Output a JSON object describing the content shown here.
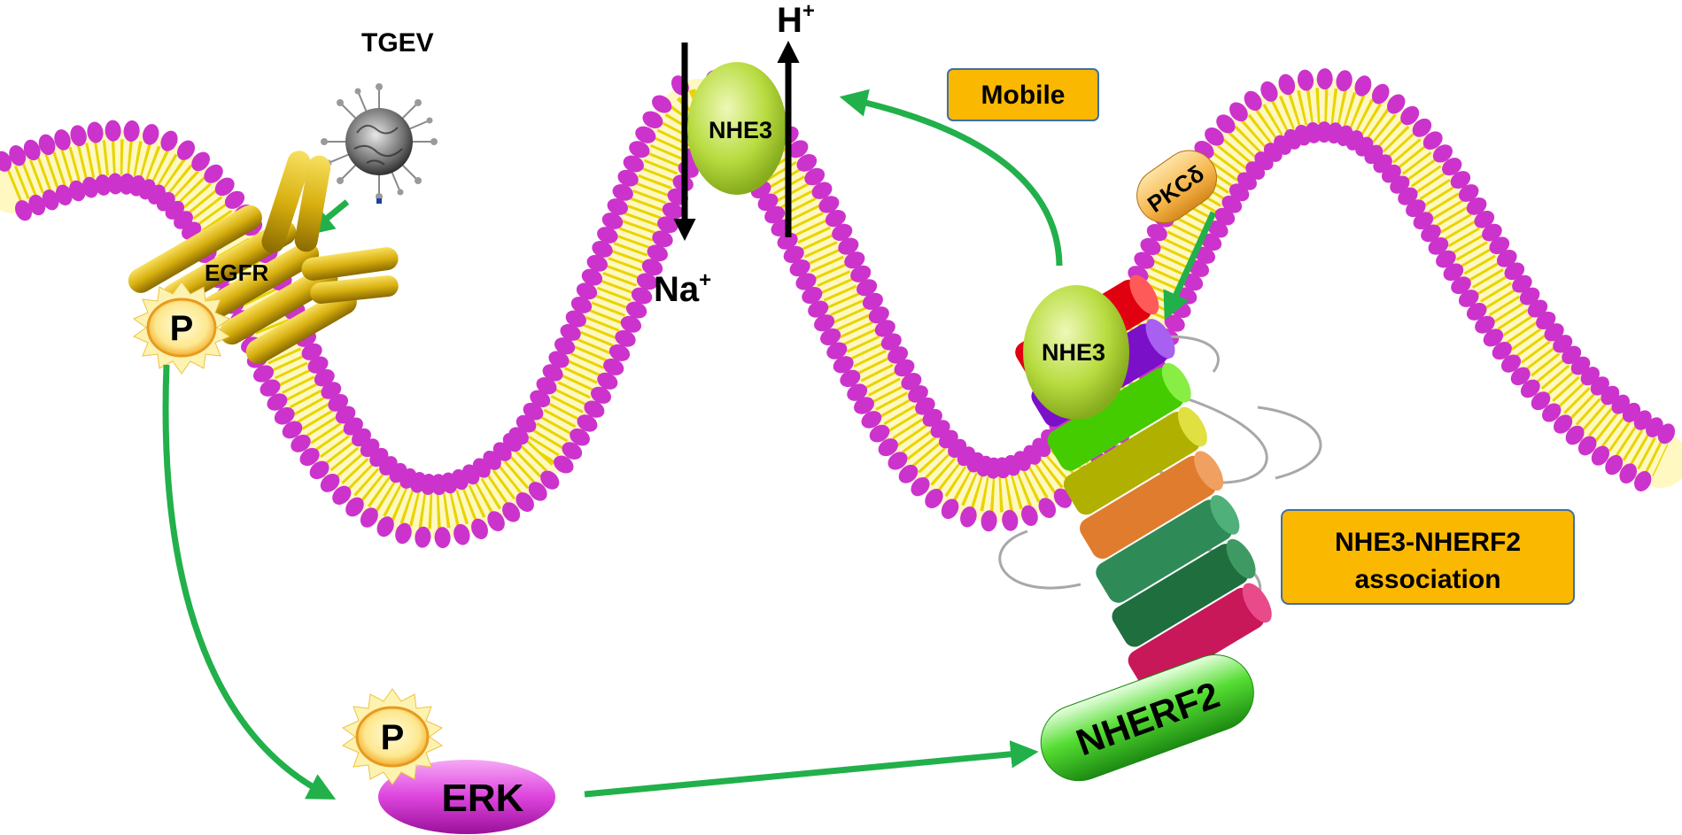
{
  "labels": {
    "tgev": "TGEV",
    "egfr": "EGFR",
    "p_egfr": "P",
    "nhe3_top": "NHE3",
    "h_ion": "H",
    "h_sup": "+",
    "na_ion": "Na",
    "na_sup": "+",
    "mobile": "Mobile",
    "pkc": "PKCδ",
    "nhe3_low": "NHE3",
    "assoc_line1": "NHE3-NHERF2",
    "assoc_line2": "association",
    "p_erk": "P",
    "erk": "ERK",
    "nherf2": "NHERF2"
  },
  "colors": {
    "head": "#cc33cc",
    "tail": "#e8d400",
    "arrow": "#22b04b",
    "nhe3": "#b8dc40",
    "egfr": "#d8b010",
    "box_fill": "#fbb800",
    "box_stroke": "#3f6fa8",
    "cylinders": [
      "#d0185e",
      "#1f6e3e",
      "#2e8b57",
      "#e07c2e",
      "#b0b000",
      "#44cc00",
      "#7a10c8",
      "#e00010"
    ]
  },
  "icons": [
    "virus-icon",
    "phosphate-burst-icon"
  ]
}
